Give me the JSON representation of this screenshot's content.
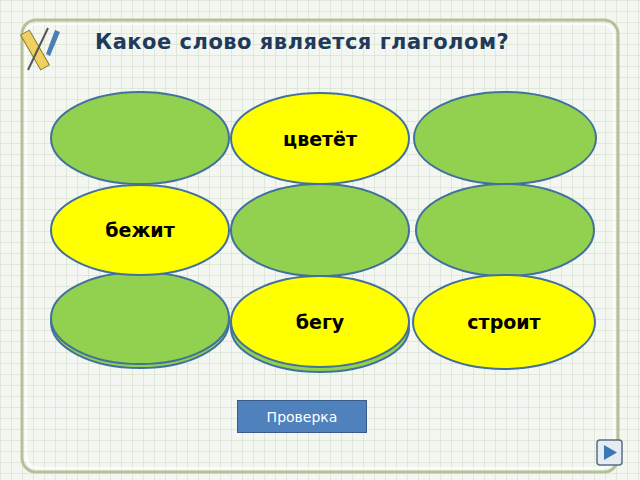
{
  "diagram": {
    "title": "Какое слово является глаголом?",
    "nodes": [
      {
        "text": [
          "цветёт"
        ]
      },
      {
        "text": [
          "бежит"
        ]
      },
      {
        "text": [
          "бегу"
        ]
      },
      {
        "text": [
          "строит"
        ]
      },
      {
        "text": [
          "Проверка"
        ]
      }
    ]
  }
}
